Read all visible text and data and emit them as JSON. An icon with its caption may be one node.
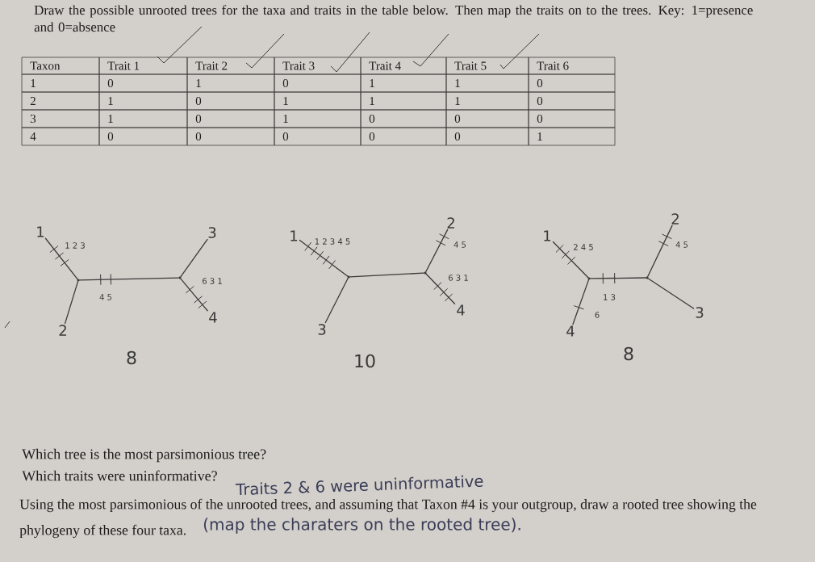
{
  "diagram": {
    "title": "Draw the possible unrooted trees for the taxa and traits in the table below. Then map the traits on to the trees. Key: 1=presence and 0=absence",
    "nodes": [
      {
        "text": [
          "1"
        ]
      },
      {
        "text": [],
        "shape": "dot"
      },
      {
        "text": [
          "2"
        ]
      },
      {
        "text": [],
        "shape": "dot"
      },
      {
        "text": [
          "3"
        ]
      },
      {
        "text": [
          "4"
        ]
      },
      {
        "text": [
          "1"
        ]
      },
      {
        "text": [],
        "shape": "dot"
      },
      {
        "text": [
          "3"
        ]
      },
      {
        "text": [],
        "shape": "dot"
      },
      {
        "text": [
          "2"
        ]
      },
      {
        "text": [
          "4"
        ]
      },
      {
        "text": [
          "1"
        ]
      },
      {
        "text": [],
        "shape": "dot"
      },
      {
        "text": [
          "4"
        ]
      },
      {
        "text": [],
        "shape": "dot"
      },
      {
        "text": [
          "2"
        ]
      },
      {
        "text": [
          "3"
        ]
      }
    ],
    "edges": [
      {
        "from": 1,
        "to": 0,
        "arrow": "none",
        "label": "1 2 3"
      },
      {
        "from": 1,
        "to": 2,
        "arrow": "none"
      },
      {
        "from": 1,
        "to": 3,
        "arrow": "none",
        "label": "4 5"
      },
      {
        "from": 3,
        "to": 4,
        "arrow": "none"
      },
      {
        "from": 3,
        "to": 5,
        "arrow": "none",
        "label": "6 3 1"
      },
      {
        "from": 7,
        "to": 6,
        "arrow": "none",
        "label": "1 2 3 4 5"
      },
      {
        "from": 7,
        "to": 8,
        "arrow": "none"
      },
      {
        "from": 7,
        "to": 9,
        "arrow": "none"
      },
      {
        "from": 9,
        "to": 10,
        "arrow": "none",
        "label": "4 5"
      },
      {
        "from": 9,
        "to": 11,
        "arrow": "none",
        "label": "6 3 1"
      },
      {
        "from": 13,
        "to": 12,
        "arrow": "none",
        "label": "2 4 5"
      },
      {
        "from": 13,
        "to": 14,
        "arrow": "none",
        "label": "6"
      },
      {
        "from": 13,
        "to": 15,
        "arrow": "none",
        "label": "1 3"
      },
      {
        "from": 15,
        "to": 16,
        "arrow": "none",
        "label": "4 5"
      },
      {
        "from": 15,
        "to": 17,
        "arrow": "none"
      }
    ],
    "labels": [
      "Taxon",
      "Trait 1",
      "Trait 2",
      "Trait 3",
      "Trait 4",
      "Trait 5",
      "Trait 6",
      "1",
      "0",
      "1",
      "0",
      "1",
      "1",
      "0",
      "2",
      "1",
      "0",
      "1",
      "1",
      "1",
      "0",
      "3",
      "1",
      "0",
      "1",
      "0",
      "0",
      "0",
      "4",
      "0",
      "0",
      "0",
      "0",
      "0",
      "1",
      "8",
      "10",
      "8",
      "Which tree is the most parsimonious tree?",
      "Which traits were uninformative?",
      "Traits 2 & 6 were uninformative",
      "Using the most parsimonious of the unrooted trees, and assuming that Taxon #4 is your outgroup, draw a rooted tree showing the",
      "phylogeny of these four taxa.",
      "(map the charaters on the rooted tree)."
    ]
  }
}
